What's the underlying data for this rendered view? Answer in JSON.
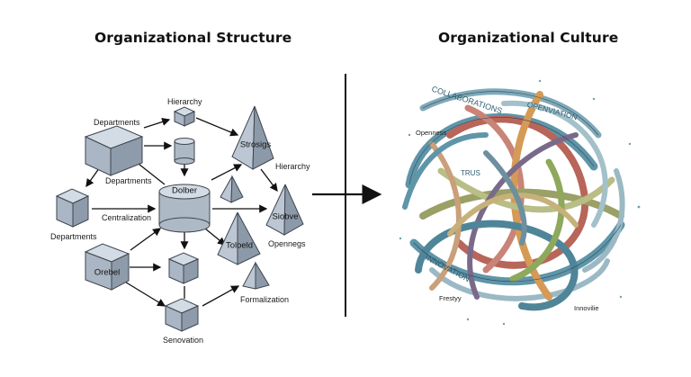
{
  "left_title": "Organizational Structure",
  "right_title": "Organizational Culture",
  "structure": {
    "hierarchy_top": "Hierarchy",
    "departments_top": "Departments",
    "departments_mid": "Departments",
    "departments_left": "Departments",
    "centralization": "Centralization",
    "dolber": "Dolber",
    "strosigs": "Strosigs",
    "hierarchy_right": "Hierarchy",
    "siobve": "Siobve",
    "toloeld": "Toloeld",
    "opennegs": "Opennegs",
    "orebel": "Orebel",
    "formalization": "Formalization",
    "senovation": "Senovation"
  },
  "culture": {
    "collaborations": "COLLABORATIONS",
    "openviation": "OPENVIATION",
    "openness": "Openness",
    "innovation": "INNOVATION",
    "frestyy": "Frestyy",
    "innovilie": "Innovilie",
    "trust": "TRUS"
  },
  "colors": {
    "cube": "#b7c3d1",
    "pyramid": "#a6b2c0",
    "ribbon_teal": "#5f95a8",
    "ribbon_red": "#b8655a",
    "ribbon_olive": "#9aa066",
    "ribbon_orange": "#d59a55",
    "ribbon_purple": "#7a6a8a"
  }
}
